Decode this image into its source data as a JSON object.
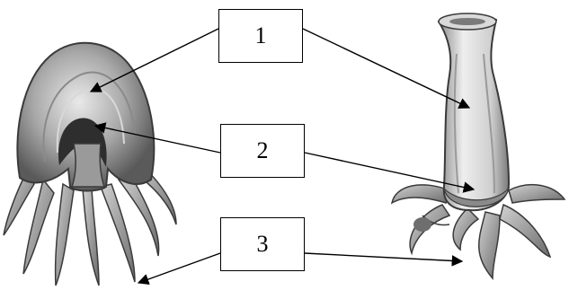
{
  "labels": {
    "one": "1",
    "two": "2",
    "three": "3"
  },
  "figures": {
    "left": "medusa",
    "right": "polyp"
  },
  "colors": {
    "line": "#000000",
    "body_light": "#e6e6e6",
    "body_mid": "#b5b5b5",
    "body_dark": "#4a4a4a"
  }
}
